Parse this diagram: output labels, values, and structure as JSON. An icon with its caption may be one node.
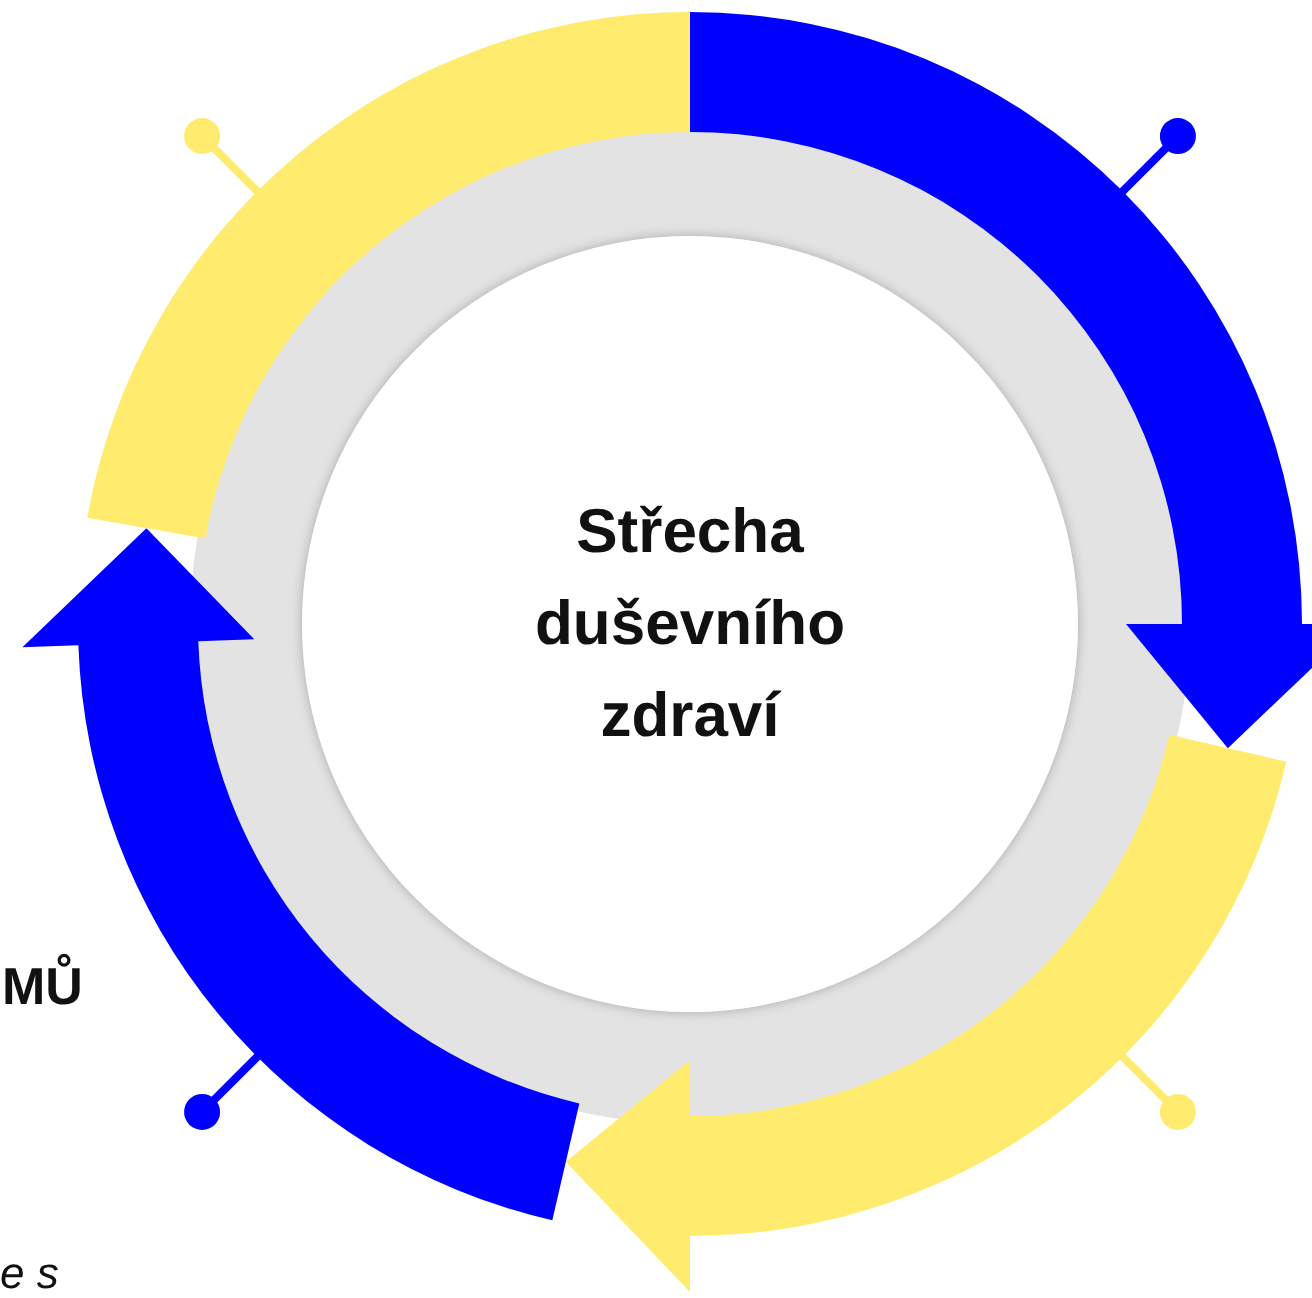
{
  "diagram": {
    "nodes": [
      {
        "text": [
          "Střecha duševního zdraví"
        ]
      }
    ],
    "labels": [
      "MŮ",
      "e s"
    ]
  }
}
